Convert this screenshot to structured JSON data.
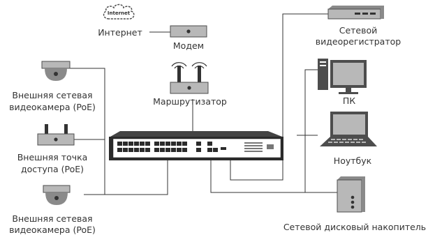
{
  "labels": {
    "internet_cloud": "Internet",
    "internet": "Интернет",
    "modem": "Модем",
    "router": "Маршрутизатор",
    "nvr_line1": "Сетевой",
    "nvr_line2": "видеорегистратор",
    "pc": "ПК",
    "laptop": "Ноутбук",
    "nas": "Сетевой дисковый накопитель",
    "camera1_line1": "Внешняя сетевая",
    "camera1_line2": "видеокамера (PoE)",
    "ap_line1": "Внешняя точка",
    "ap_line2": "доступа (PoE)",
    "camera2_line1": "Внешняя сетевая",
    "camera2_line2": "видеокамера (PoE)"
  },
  "colors": {
    "device_gray": "#b8b8b8",
    "device_dark": "#4d4d4d",
    "switch_body": "#2b2b2b",
    "line": "#333333"
  },
  "icons": [
    "cloud-icon",
    "modem-icon",
    "router-icon",
    "nvr-icon",
    "pc-icon",
    "laptop-icon",
    "nas-icon",
    "dome-camera-icon",
    "access-point-icon",
    "poe-switch-icon"
  ]
}
